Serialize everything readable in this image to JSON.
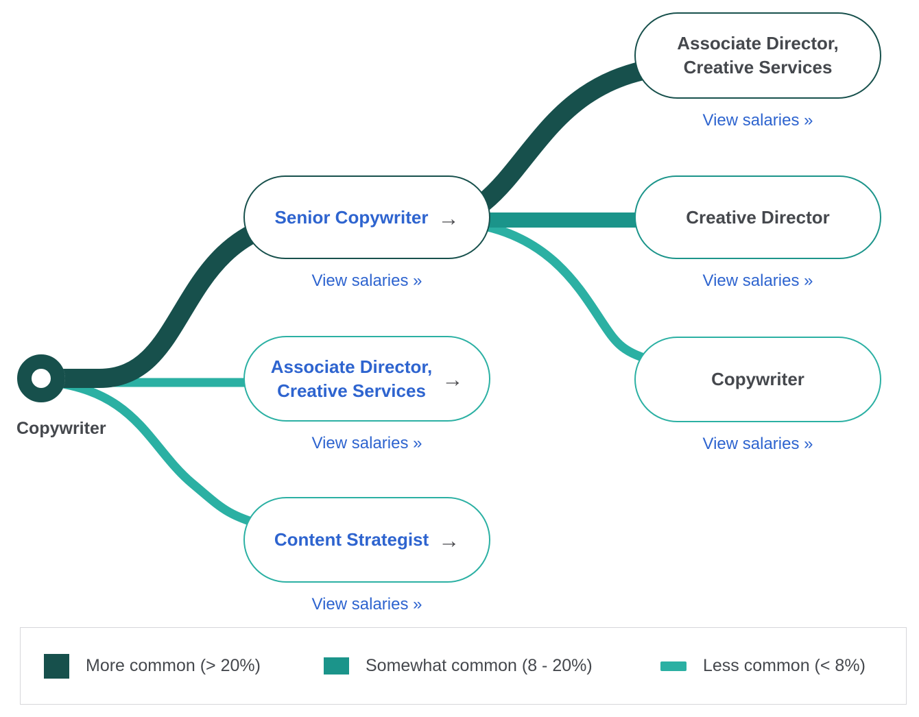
{
  "colors": {
    "more_common": "#17504c",
    "somewhat_common": "#1b948a",
    "less_common": "#2bb0a3",
    "link_blue": "#2e64cf",
    "text_gray": "#45484d",
    "arrow_gray": "#4a4a4e",
    "legend_border": "#d6d6da"
  },
  "icons": {
    "arrow_right": "→"
  },
  "root": {
    "label": "Copywriter"
  },
  "columns": {
    "middle": [
      {
        "line1": "Senior Copywriter",
        "link": "View salaries »",
        "commonness": "more_common"
      },
      {
        "line1": "Associate Director,",
        "line2": "Creative Services",
        "link": "View salaries »",
        "commonness": "less_common"
      },
      {
        "line1": "Content Strategist",
        "link": "View salaries »",
        "commonness": "less_common"
      }
    ],
    "right": [
      {
        "line1": "Associate Director,",
        "line2": "Creative Services",
        "link": "View salaries »",
        "commonness": "more_common"
      },
      {
        "line1": "Creative Director",
        "link": "View salaries »",
        "commonness": "somewhat_common"
      },
      {
        "line1": "Copywriter",
        "link": "View salaries »",
        "commonness": "less_common"
      }
    ]
  },
  "legend": {
    "items": [
      {
        "label": "More common (> 20%)",
        "color_key": "more_common"
      },
      {
        "label": "Somewhat common (8 - 20%)",
        "color_key": "somewhat_common"
      },
      {
        "label": "Less common (< 8%)",
        "color_key": "less_common"
      }
    ]
  }
}
